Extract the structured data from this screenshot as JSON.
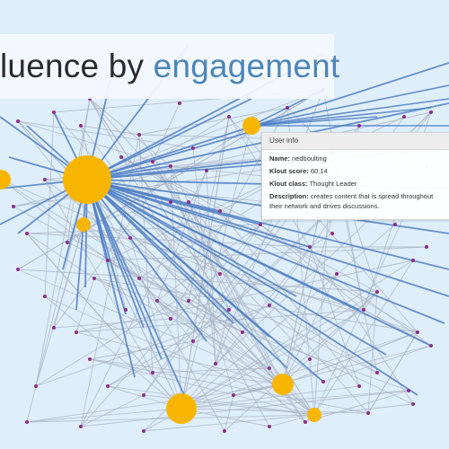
{
  "title": {
    "part1": "luence by ",
    "part2": "engagement"
  },
  "tooltip": {
    "header": "User info",
    "name_label": "Name:",
    "name_value": "nedboulting",
    "score_label": "Klout score:",
    "score_value": "60.14",
    "class_label": "Klout class:",
    "class_value": "Thought Leader",
    "desc_label": "Description:",
    "desc_value": "creates content that is spread throughout their network and drives discussions."
  },
  "colors": {
    "background": "#dfeefb",
    "strong_edge": "#4f7fc4",
    "weak_edge": "#a8b2c2",
    "big_node": "#f7b500",
    "small_node": "#8c2c8c",
    "title_accent": "#4d86b8"
  }
}
